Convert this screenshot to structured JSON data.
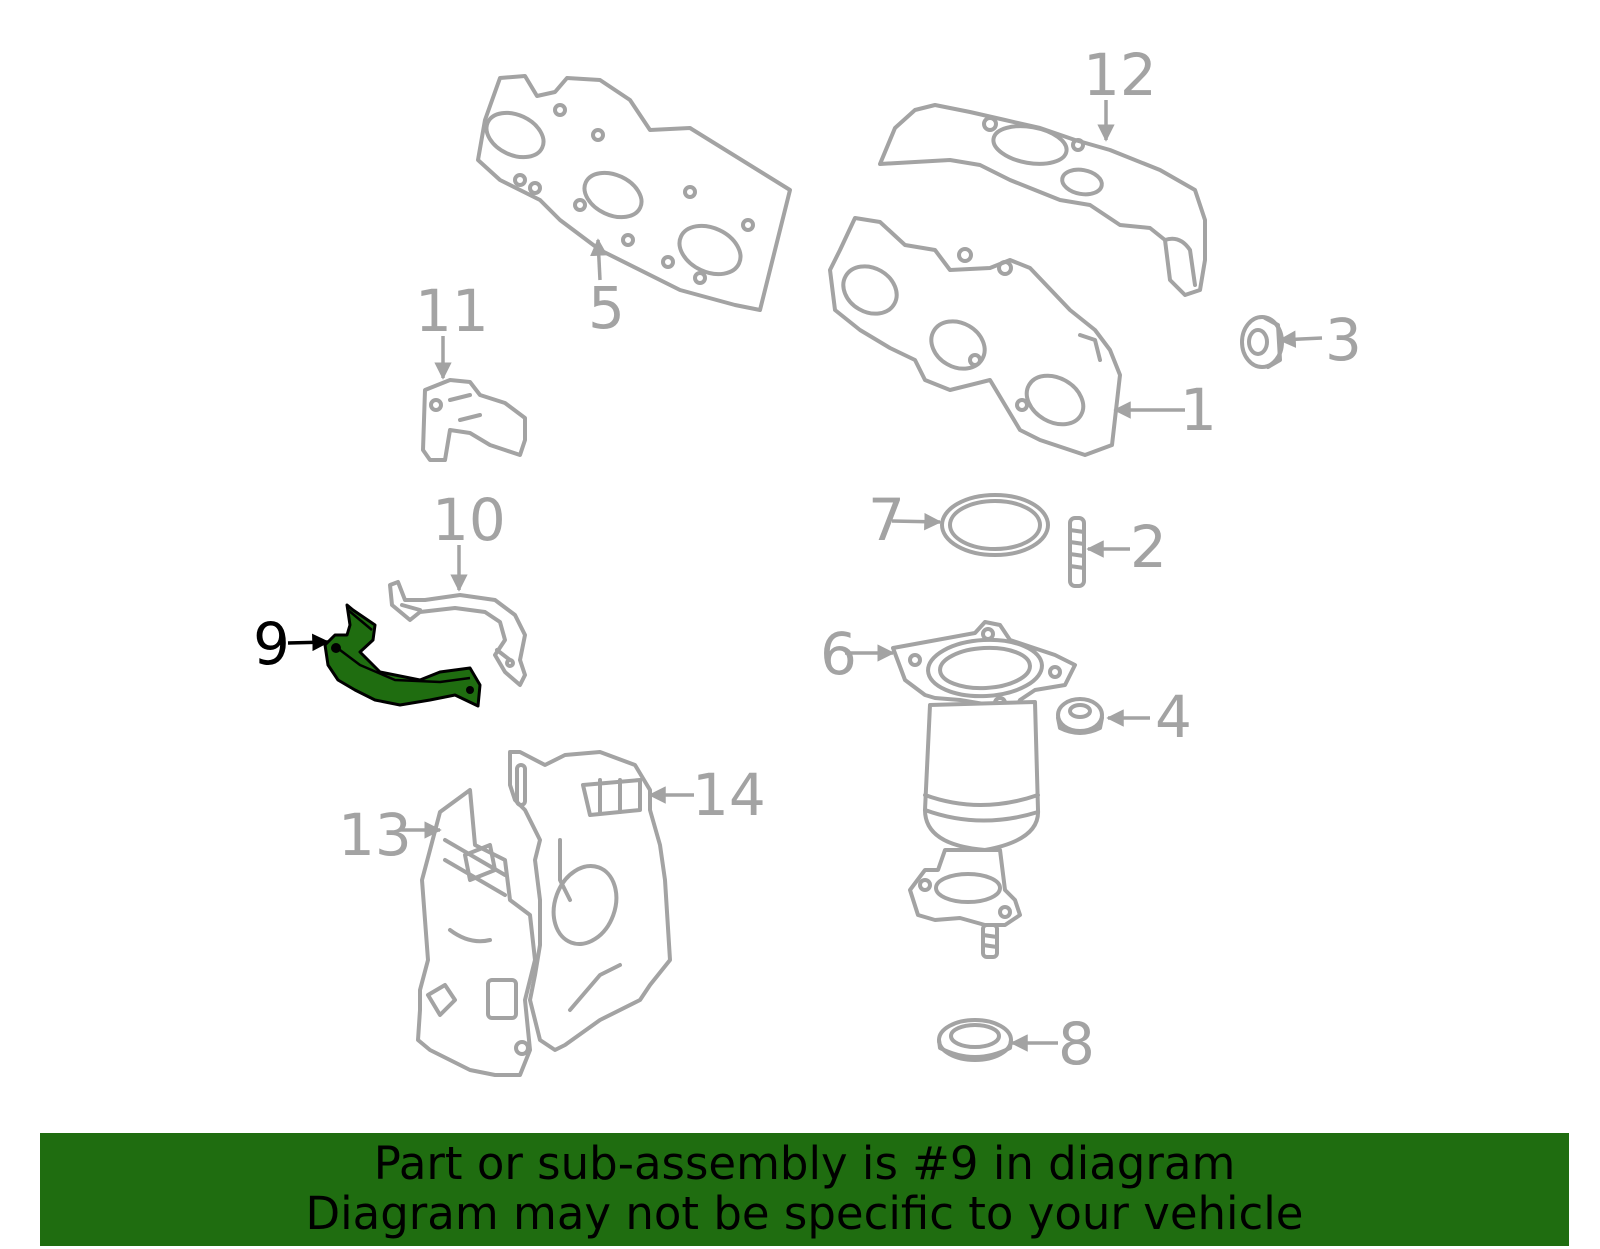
{
  "diagram": {
    "highlight_color": "#1f6d10",
    "line_color": "#a3a3a3",
    "highlighted_part": "9",
    "callouts": [
      "1",
      "2",
      "3",
      "4",
      "5",
      "6",
      "7",
      "8",
      "9",
      "10",
      "11",
      "12",
      "13",
      "14"
    ]
  },
  "banner": {
    "line1": "Part or sub-assembly is #9 in diagram",
    "line2": "Diagram may not be specific to your vehicle"
  }
}
